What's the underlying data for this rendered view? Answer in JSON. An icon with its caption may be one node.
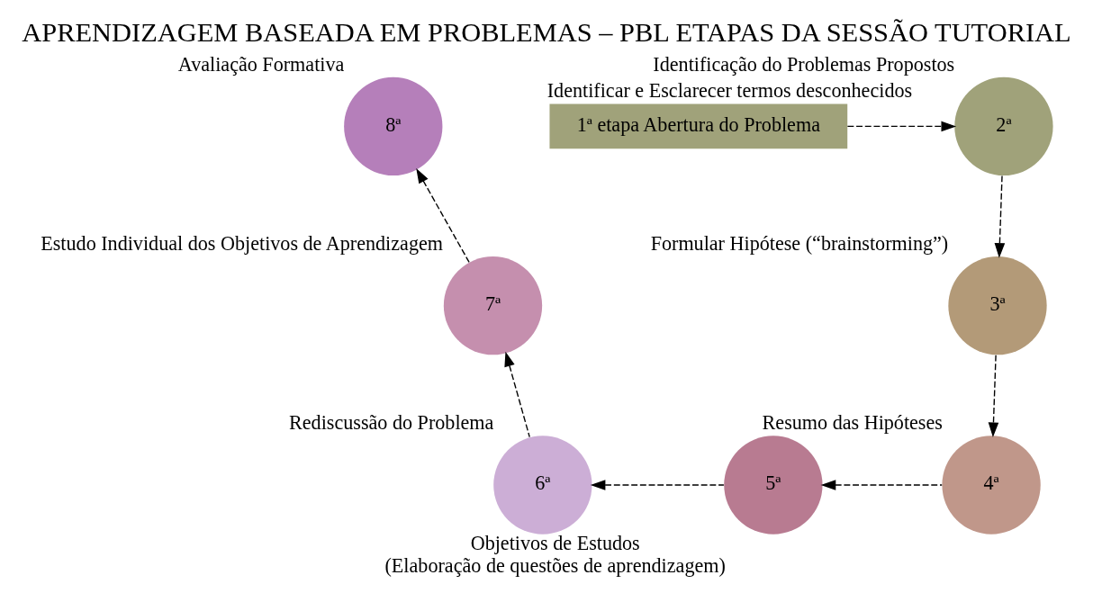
{
  "diagram": {
    "title": "APRENDIZAGEM BASEADA EM PROBLEMAS – PBL ETAPAS DA SESSÃO TUTORIAL",
    "nodes": [
      {
        "text": [
          "1ª etapa Abertura do Problema"
        ],
        "beside": [
          "Identificar e Esclarecer termos desconhecidos"
        ]
      },
      {
        "text": [
          "2ª"
        ],
        "beside": [
          "Identificação do Problemas Propostos"
        ]
      },
      {
        "text": [
          "3ª"
        ],
        "beside": [
          "Formular Hipótese (“brainstorming”)"
        ]
      },
      {
        "text": [
          "4ª"
        ],
        "beside": [
          "Resumo das Hipóteses"
        ]
      },
      {
        "text": [
          "5ª"
        ],
        "beside": [
          "Objetivos de Estudos",
          "(Elaboração de questões de aprendizagem)"
        ]
      },
      {
        "text": [
          "6ª"
        ],
        "beside": [
          "Rediscussão do Problema"
        ]
      },
      {
        "text": [
          "7ª"
        ],
        "beside": [
          "Estudo Individual dos Objetivos de Aprendizagem"
        ]
      },
      {
        "text": [
          "8ª"
        ],
        "beside": [
          "Avaliação Formativa"
        ]
      }
    ],
    "edges": [
      {
        "from": 0,
        "to": 1,
        "arrow": "to",
        "style": "dashed"
      },
      {
        "from": 1,
        "to": 2,
        "arrow": "to",
        "style": "dashed"
      },
      {
        "from": 2,
        "to": 3,
        "arrow": "to",
        "style": "dashed"
      },
      {
        "from": 3,
        "to": 4,
        "arrow": "to",
        "style": "dashed"
      },
      {
        "from": 4,
        "to": 5,
        "arrow": "to",
        "style": "dashed"
      },
      {
        "from": 5,
        "to": 6,
        "arrow": "to",
        "style": "dashed"
      },
      {
        "from": 6,
        "to": 7,
        "arrow": "to",
        "style": "dashed"
      }
    ]
  }
}
